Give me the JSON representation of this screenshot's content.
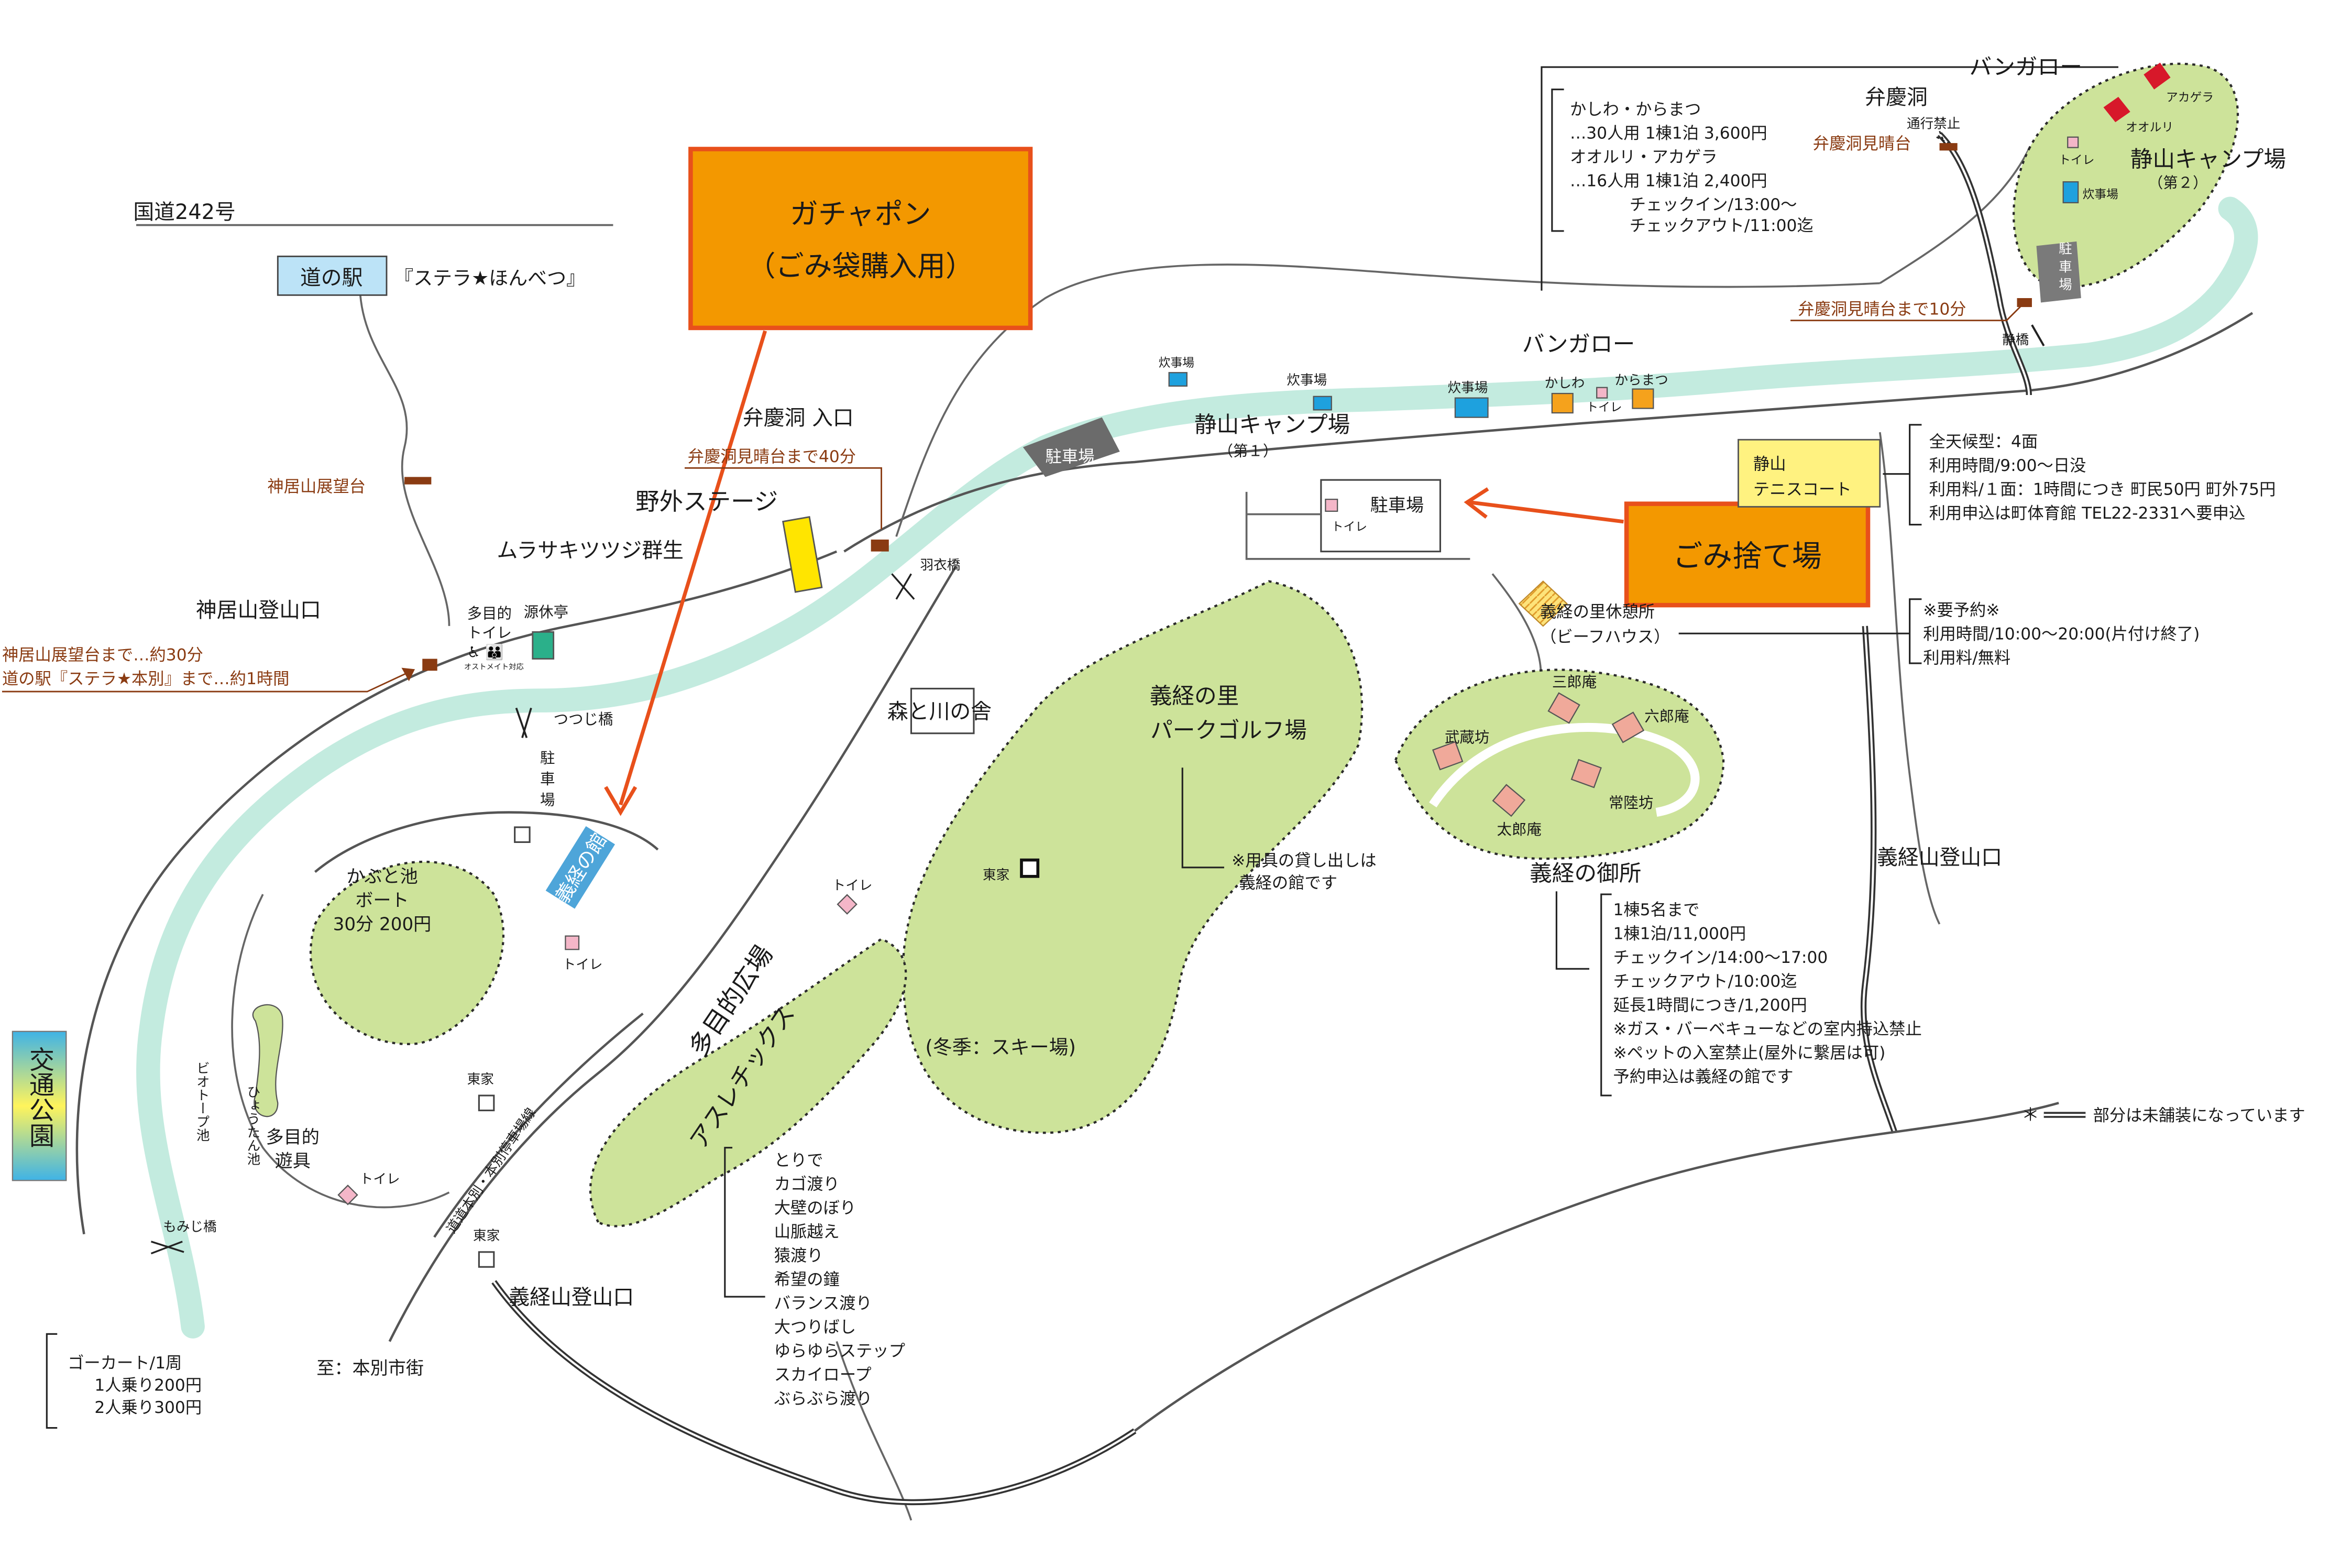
{
  "roads": {
    "route242": "国道242号",
    "to_town": "至：本別市街",
    "honbetsu_road": "道道本別・本別停車場線"
  },
  "michinoeki": {
    "badge": "道の駅",
    "name": "『ステラ★ほんべつ』"
  },
  "kamui": {
    "lookout": "神居山展望台",
    "trailhead": "神居山登山口",
    "time_lookout": "神居山展望台まで…約30分",
    "time_station": "道の駅『ステラ★本別』まで…約1時間"
  },
  "gachapon": {
    "line1": "ガチャポン",
    "line2": "（ごみ袋購入用）"
  },
  "garbage": {
    "label": "ごみ捨て場"
  },
  "benkei": {
    "entrance": "弁慶洞 入口",
    "time40": "弁慶洞見晴台まで40分",
    "cave": "弁慶洞",
    "no_entry": "通行禁止",
    "lookout": "弁慶洞見晴台",
    "time10": "弁慶洞見晴台まで10分"
  },
  "places": {
    "outdoor_stage": "野外ステージ",
    "azalea": "ムラサキツツジ群生",
    "restroom_multi": [
      "多目的",
      "トイレ"
    ],
    "gentaitei": "源休亭",
    "hagoromo": "羽衣橋",
    "tsutsuji": "つつじ橋",
    "momiji": "もみじ橋",
    "shizuka_bridge": "静橋",
    "mori_kawa": "森と川の舎",
    "multi_plaza": "多目的広場",
    "athletic": "アスレチックス",
    "multi_play": [
      "多目的",
      "遊具"
    ],
    "hyoutan": "ひょうたん池",
    "biotope": "ビオトープ池",
    "kabuto": [
      "かぶと池",
      "ボート",
      "30分 200円"
    ],
    "yoshitsune_hall": "義経の館",
    "parking_v": [
      "駐",
      "車",
      "場"
    ],
    "parking": "駐車場",
    "toilet": "トイレ",
    "toya": "東家",
    "shizuka_camp1": "静山キャンプ場",
    "camp1_sub": "（第１）",
    "shizuka_camp2": "静山キャンプ場",
    "camp2_sub": "（第２）",
    "bungalow": "バンガロー",
    "kitchen": "炊事場",
    "kashiwa": "かしわ",
    "karamatsu": "からまつ",
    "akagera": "アカゲラ",
    "oruri": "オオルリ",
    "tennis": [
      "静山",
      "テニスコート"
    ],
    "rest_house": [
      "義経の里休憩所",
      "（ビーフハウス）"
    ],
    "park_golf": [
      "義経の里",
      "パークゴルフ場"
    ],
    "ski": "(冬季：スキー場)",
    "gosho": "義経の御所",
    "yoshitsune_trail": "義経山登山口",
    "kotsu_park": "交通公園",
    "huts": [
      "三郎庵",
      "六郎庵",
      "武蔵坊",
      "常陸坊",
      "太郎庵"
    ],
    "ikuru_sign": "オストメイト対応"
  },
  "info": {
    "bungalow": [
      "かしわ・からまつ",
      "…30人用  1棟1泊  3,600円",
      "オオルリ・アカゲラ",
      "…16人用  1棟1泊  2,400円",
      "チェックイン/13:00～",
      "チェックアウト/11:00迄"
    ],
    "tennis": [
      "全天候型：4面",
      "利用時間/9:00～日没",
      "利用料/１面：1時間につき  町民50円  町外75円",
      "利用申込は町体育館  TEL22-2331へ要申込"
    ],
    "rest": [
      "※要予約※",
      "利用時間/10:00～20:00(片付け終了)",
      "利用料/無料"
    ],
    "golf": [
      "※用具の貸し出しは",
      "義経の館です"
    ],
    "gosho": [
      "1棟5名まで",
      "1棟1泊/11,000円",
      "チェックイン/14:00～17:00",
      "チェックアウト/10:00迄",
      "延長1時間につき/1,200円",
      "※ガス・バーベキューなどの室内持込禁止",
      "※ペットの入室禁止(屋外に繋居は可)",
      "予約申込は義経の館です"
    ],
    "athletic": [
      "とりで",
      "カゴ渡り",
      "大壁のぼり",
      "山脈越え",
      "猿渡り",
      "希望の鐘",
      "バランス渡り",
      "大つりばし",
      "ゆらゆらステップ",
      "スカイロープ",
      "ぶらぶら渡り"
    ],
    "gokart": [
      "ゴーカート/1周",
      "1人乗り200円",
      "2人乗り300円"
    ]
  },
  "legend": {
    "prefix": "＊",
    "text": "部分は未舗装になっています"
  },
  "colors": {
    "callout_fill": "#f39800",
    "callout_border": "#e8501b",
    "river": "#c3ebdf",
    "park_green": "#cde39a",
    "label_blue": "#bce3f7",
    "kitchen_blue": "#1ea1de",
    "bungalow_orange": "#f5a21c",
    "bungalow_red": "#d7182a",
    "tennis_yellow": "#fff280",
    "stage_yellow": "#ffe500",
    "hut_pink": "#f0a99a",
    "toilet_pink": "#f4b6c8",
    "hall_blue": "#4ea5d9",
    "brown_text": "#8a3b12"
  }
}
